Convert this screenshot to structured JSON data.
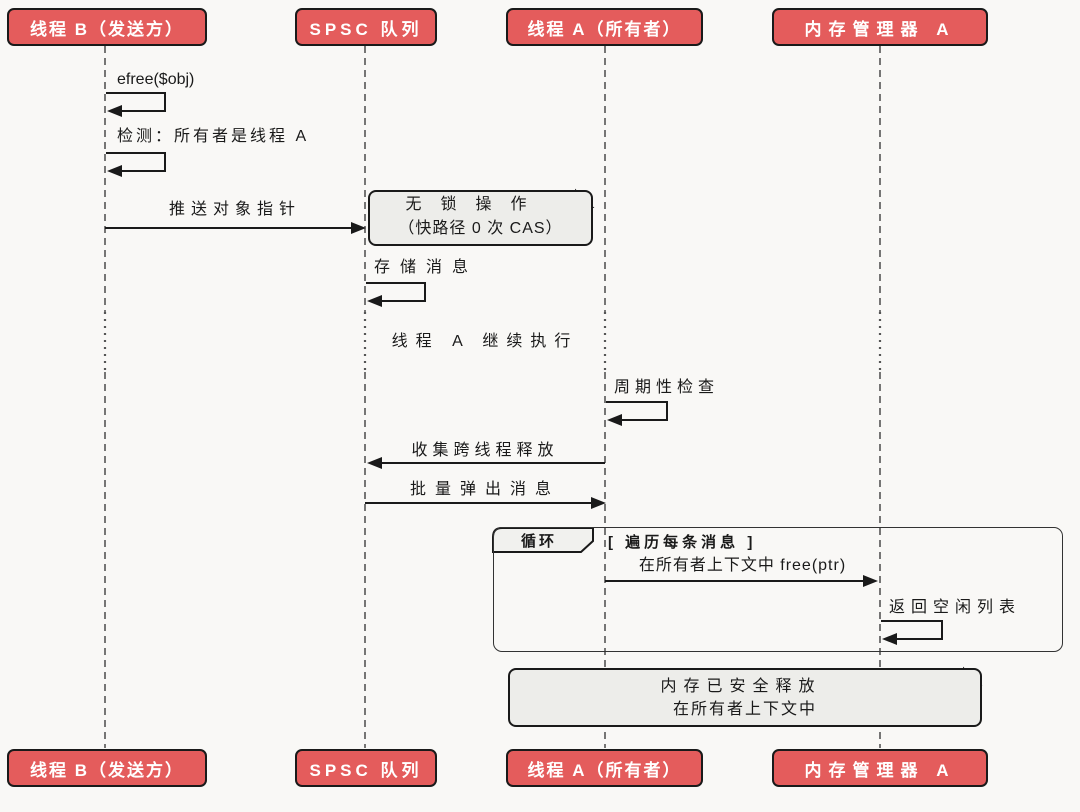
{
  "diagram": {
    "type": "sequence-diagram",
    "bg_color": "#f9f8f6",
    "accent_color": "#e45c5c",
    "line_color": "#1a1a1a",
    "note_fill": "#ededea"
  },
  "actors": [
    {
      "label": "线程 B（发送方）"
    },
    {
      "label": "SPSC 队列"
    },
    {
      "label": "线程 A（所有者）"
    },
    {
      "label": "内存管理器 A"
    }
  ],
  "messages": {
    "efree_self": "efree($obj)",
    "detect_self": "检测：所有者是线程 A",
    "push_pointer": "推送对象指针",
    "store_self": "存储消息",
    "thread_a_continues": "线程 A 继续执行",
    "periodic_check_self": "周期性检查",
    "collect_cross_thread": "收集跨线程释放",
    "batch_pop": "批量弹出消息",
    "free_in_owner": "在所有者上下文中 free(ptr)",
    "return_freelist_self": "返回空闲列表"
  },
  "notes": {
    "lockfree": {
      "line1": "无锁操作",
      "line2": "（快路径 0 次 CAS）"
    },
    "memory_safe": {
      "line1": "内存已安全释放",
      "line2": "在所有者上下文中"
    }
  },
  "loop": {
    "title": "循环",
    "condition": "[ 遍历每条消息 ]"
  }
}
